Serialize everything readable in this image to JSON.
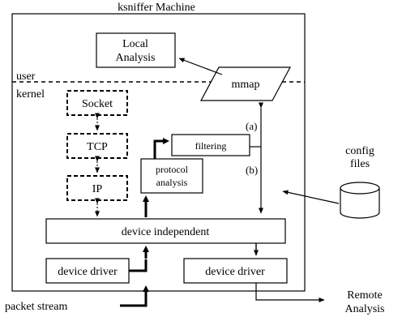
{
  "machine": {
    "title": "ksniffer Machine"
  },
  "regions": {
    "user_label": "user",
    "kernel_label": "kernel"
  },
  "boxes": {
    "local_analysis": {
      "line1": "Local",
      "line2": "Analysis"
    },
    "mmap": {
      "label": "mmap"
    },
    "socket": {
      "label": "Socket"
    },
    "tcp": {
      "label": "TCP"
    },
    "ip": {
      "label": "IP"
    },
    "filtering": {
      "label": "filtering"
    },
    "protocol_analysis": {
      "line1": "protocol",
      "line2": "analysis"
    },
    "device_independent": {
      "label": "device independent"
    },
    "device_driver_left": {
      "label": "device driver"
    },
    "device_driver_right": {
      "label": "device driver"
    }
  },
  "paths": {
    "path_a": "(a)",
    "path_b": "(b)"
  },
  "external": {
    "config_line1": "config",
    "config_line2": "files",
    "remote_line1": "Remote",
    "remote_line2": "Analysis",
    "packet_stream": "packet stream"
  }
}
